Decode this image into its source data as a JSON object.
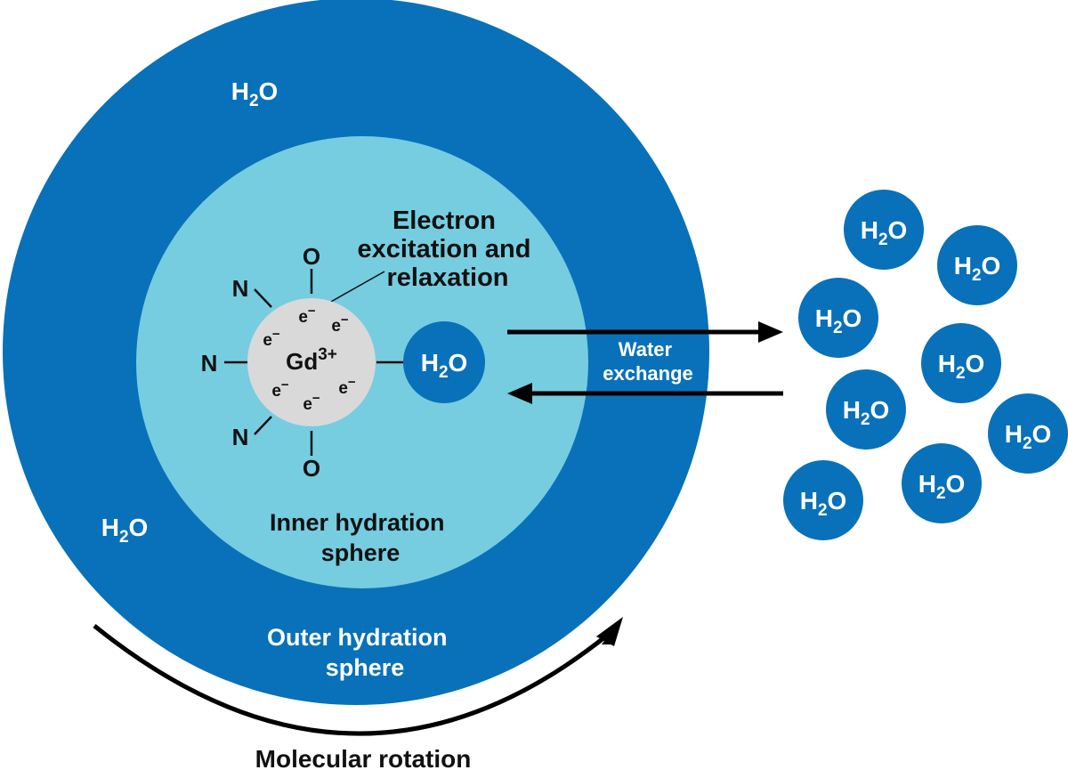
{
  "colors": {
    "outer_sphere": "#0871BA",
    "inner_sphere": "#76CDE0",
    "gd_core": "#D9D9D9",
    "free_water": "#0871BA",
    "text_dark": "#111111",
    "text_light": "#ffffff",
    "arrow": "#000000"
  },
  "molecule": {
    "core": {
      "symbol": "Gd",
      "charge": "3+"
    },
    "electrons": [
      "e",
      "e",
      "e",
      "e",
      "e",
      "e"
    ],
    "electron_charge": "−",
    "ligands": {
      "o_top": "O",
      "o_bottom": "O",
      "n_upper_left": "N",
      "n_left": "N",
      "n_lower_left": "N"
    },
    "bound_water": {
      "base": "H",
      "subscript": "2",
      "tail": "O"
    }
  },
  "labels": {
    "electron_process": [
      "Electron",
      "excitation and",
      "relaxation"
    ],
    "inner_sphere": [
      "Inner hydration",
      "sphere"
    ],
    "outer_sphere": [
      "Outer hydration",
      "sphere"
    ],
    "water_exchange": [
      "Water",
      "exchange"
    ],
    "rotation": "Molecular rotation"
  },
  "outer_waters": [
    {
      "base": "H",
      "subscript": "2",
      "tail": "O"
    },
    {
      "base": "H",
      "subscript": "2",
      "tail": "O"
    }
  ],
  "free_waters": [
    {
      "base": "H",
      "subscript": "2",
      "tail": "O"
    },
    {
      "base": "H",
      "subscript": "2",
      "tail": "O"
    },
    {
      "base": "H",
      "subscript": "2",
      "tail": "O"
    },
    {
      "base": "H",
      "subscript": "2",
      "tail": "O"
    },
    {
      "base": "H",
      "subscript": "2",
      "tail": "O"
    },
    {
      "base": "H",
      "subscript": "2",
      "tail": "O"
    },
    {
      "base": "H",
      "subscript": "2",
      "tail": "O"
    },
    {
      "base": "H",
      "subscript": "2",
      "tail": "O"
    }
  ]
}
